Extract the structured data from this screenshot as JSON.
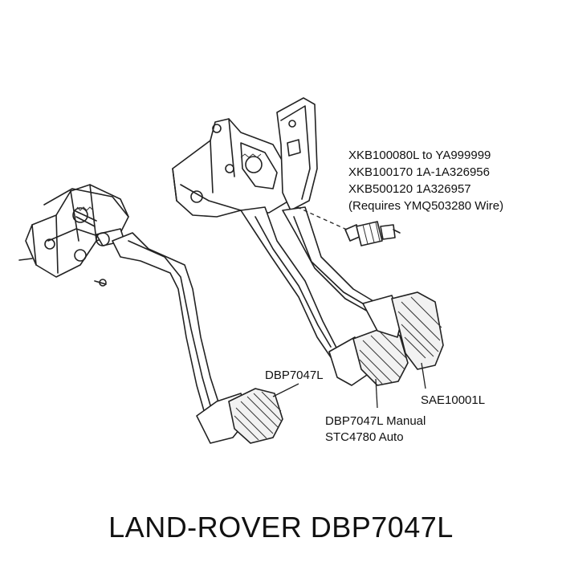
{
  "callouts": {
    "switch_spec": [
      "XKB100080L to YA999999",
      "XKB100170 1A-1A326956",
      "XKB500120 1A326957",
      "(Requires YMQ503280 Wire)"
    ],
    "clutch_pedal": "DBP7047L",
    "brake_pedal_lines": [
      "DBP7047L Manual",
      "STC4780 Auto"
    ],
    "accelerator_pedal": "SAE10001L"
  },
  "footer": {
    "caption": "LAND-ROVER DBP7047L"
  }
}
